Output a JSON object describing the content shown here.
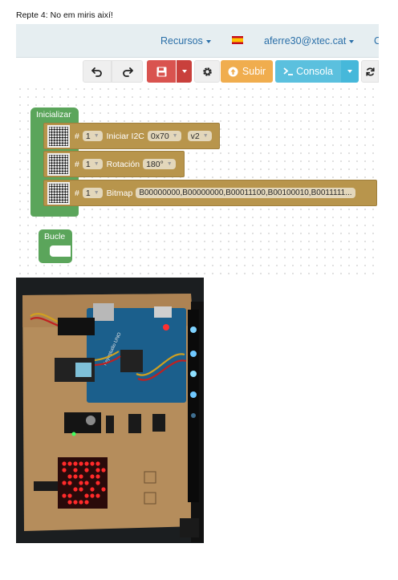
{
  "caption": "Repte 4: No em miris així!",
  "navbar": {
    "recursos_label": "Recursos",
    "user_label": "aferre30@xtec.cat",
    "overflow_label": "C",
    "language_flag": "es-flag-icon"
  },
  "toolbar": {
    "undo_icon": "undo-icon",
    "redo_icon": "redo-icon",
    "save_icon": "floppy-disk-icon",
    "settings_icon": "gear-icon",
    "upload_label": "Subir",
    "console_label": "Consola",
    "refresh_icon": "refresh-icon"
  },
  "workspace": {
    "setup_block_label": "Inicializar",
    "loop_block_label": "Bucle",
    "blocks": [
      {
        "hash": "#",
        "index": "1",
        "label": "Iniciar I2C",
        "address": "0x70",
        "version": "v2"
      },
      {
        "hash": "#",
        "index": "1",
        "label": "Rotación",
        "rotation": "180°"
      },
      {
        "hash": "#",
        "index": "1",
        "label": "Bitmap",
        "bitmap": "B00000000,B00000000,B00011100,B00100010,B0011111..."
      }
    ]
  },
  "colors": {
    "navbar_bg": "#e6eef1",
    "link": "#2a6fa8",
    "save_button": "#d9534f",
    "upload_button": "#f0ad4e",
    "console_button": "#5bc0de",
    "event_block": "#5ba55b",
    "statement_block": "#b8954c"
  },
  "photo": {
    "board_label": "Keyestudio UNO"
  }
}
